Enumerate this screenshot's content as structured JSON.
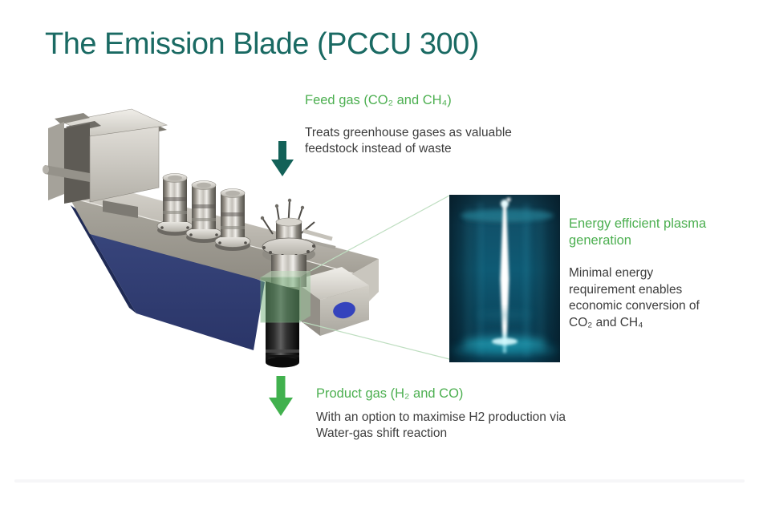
{
  "title": {
    "text": "The Emission Blade (PCCU 300)"
  },
  "callouts": {
    "feed": {
      "heading": "Feed gas (CO₂ and CH₄)",
      "body": "Treats greenhouse gases as valuable\nfeedstock instead of waste"
    },
    "energy": {
      "heading": "Energy efficient plasma\ngeneration",
      "body": "Minimal energy\nrequirement enables\neconomic conversion of\nCO₂ and CH₄"
    },
    "product": {
      "heading": "Product gas (H₂ and CO)",
      "body": "With an option to maximise H2 production via\nWater-gas shift reaction"
    }
  },
  "icons": {
    "feed_arrow": "down-arrow",
    "product_arrow": "down-arrow"
  },
  "colors": {
    "title_teal": "#1a6a63",
    "heading_green": "#4caf50",
    "body_text_gray": "#3d3d3d",
    "feed_arrow_teal": "#136158",
    "product_arrow_green": "#41b14e",
    "machine_base_blue": "#36447f",
    "highlight_box_green": "#6fae77",
    "plasma_cyan": "#8eeef8"
  }
}
